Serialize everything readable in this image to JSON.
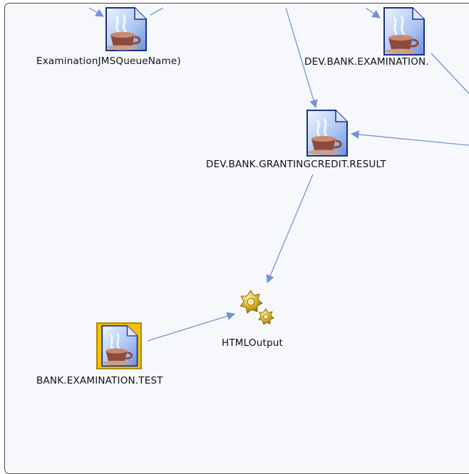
{
  "diagram": {
    "nodes": [
      {
        "id": "jms-queue",
        "label": "ExaminationJMSQueueName)",
        "kind": "java-class-file",
        "selected": false
      },
      {
        "id": "dev-bank-examination",
        "label": "DEV.BANK.EXAMINATION.",
        "kind": "java-class-file",
        "selected": false
      },
      {
        "id": "granting-credit-result",
        "label": "DEV.BANK.GRANTINGCREDIT.RESULT",
        "kind": "java-class-file",
        "selected": false
      },
      {
        "id": "html-output",
        "label": "HTMLOutput",
        "kind": "gear-output",
        "selected": false
      },
      {
        "id": "bank-examination-test",
        "label": "BANK.EXAMINATION.TEST",
        "kind": "java-class-file",
        "selected": true
      }
    ],
    "edge_color": "#7393d8",
    "selection_color": "#f4c20d"
  }
}
